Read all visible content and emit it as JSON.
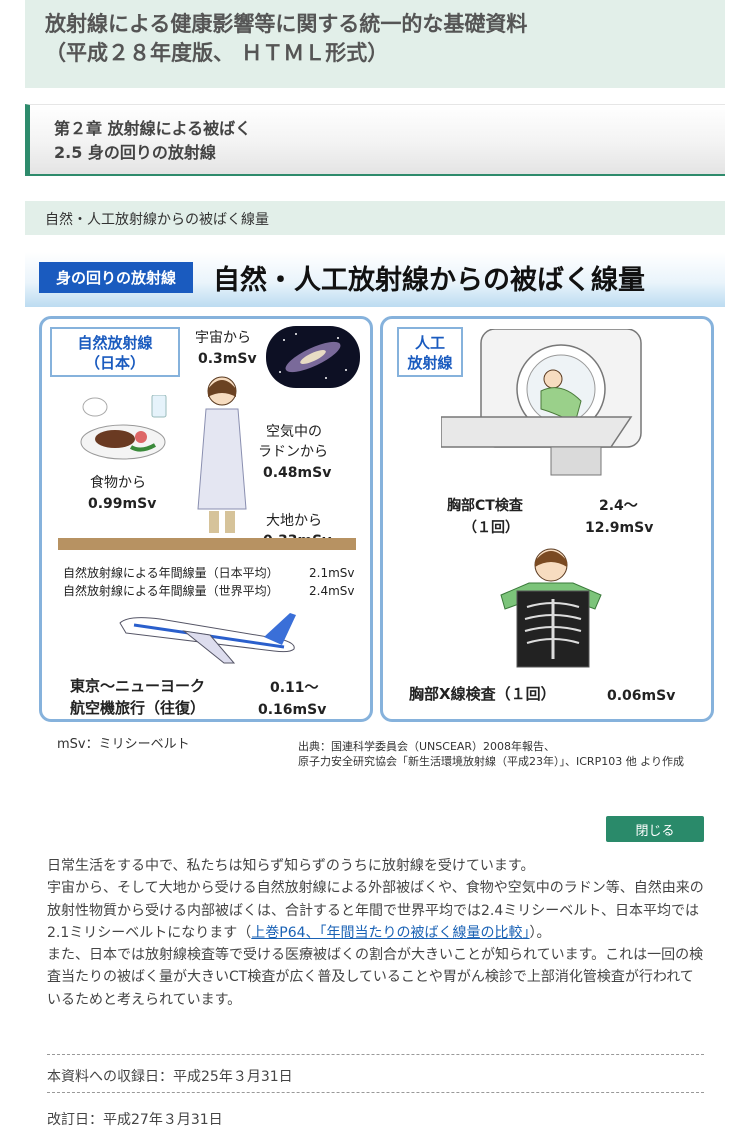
{
  "header": {
    "title_line1": "放射線による健康影響等に関する統一的な基礎資料",
    "title_line2": "（平成２８年度版、 ＨＴＭＬ形式）"
  },
  "chapter": {
    "line1": "第２章 放射線による被ばく",
    "line2": "2.5 身の回りの放射線"
  },
  "section": {
    "title": "自然・人工放射線からの被ばく線量"
  },
  "figure": {
    "tag": "身の回りの放射線",
    "heading": "自然・人工放射線からの被ばく線量",
    "natural": {
      "label_line1": "自然放射線",
      "label_line2": "（日本）",
      "space_label": "宇宙から",
      "space_value": "0.3mSv",
      "radon_label_line1": "空気中の",
      "radon_label_line2": "ラドンから",
      "radon_value": "0.48mSv",
      "food_label": "食物から",
      "food_value": "0.99mSv",
      "ground_label": "大地から",
      "ground_value": "0.33mSv",
      "annual_japan_label": "自然放射線による年間線量（日本平均）",
      "annual_japan_value": "2.1mSv",
      "annual_world_label": "自然放射線による年間線量（世界平均）",
      "annual_world_value": "2.4mSv",
      "flight_label_line1": "東京～ニューヨーク",
      "flight_label_line2": "航空機旅行（往復）",
      "flight_value_line1": "0.11～",
      "flight_value_line2": "0.16mSv"
    },
    "artificial": {
      "label_line1": "人工",
      "label_line2": "放射線",
      "ct_label_line1": "胸部CT検査",
      "ct_label_line2": "（１回）",
      "ct_value_line1": "2.4～",
      "ct_value_line2": "12.9mSv",
      "xray_label": "胸部X線検査（１回）",
      "xray_value": "0.06mSv"
    },
    "unit_note": "mSv：ミリシーベルト",
    "source_line1": "出典：国連科学委員会（UNSCEAR）2008年報告、",
    "source_line2": "原子力安全研究協会「新生活環境放射線（平成23年）」、ICRP103 他 より作成"
  },
  "close_button": "閉じる",
  "body": {
    "p1": "日常生活をする中で、私たちは知らず知らずのうちに放射線を受けています。",
    "p2_a": "宇宙から、そして大地から受ける自然放射線による外部被ばくや、食物や空気中のラドン等、自然由来の放射性物質から受ける内部被ばくは、合計すると年間で世界平均では2.4ミリシーベルト、日本平均では2.1ミリシーベルトになります（",
    "p2_link": "上巻P64、「年間当たりの被ばく線量の比較」",
    "p2_b": "）。",
    "p3": "また、日本では放射線検査等で受ける医療被ばくの割合が大きいことが知られています。これは一回の検査当たりの被ばく量が大きいCT検査が広く普及していることや胃がん検診で上部消化管検査が行われているためと考えられています。"
  },
  "meta": {
    "received": "本資料への収録日：平成25年３月31日",
    "revised": "改訂日：平成27年３月31日"
  }
}
